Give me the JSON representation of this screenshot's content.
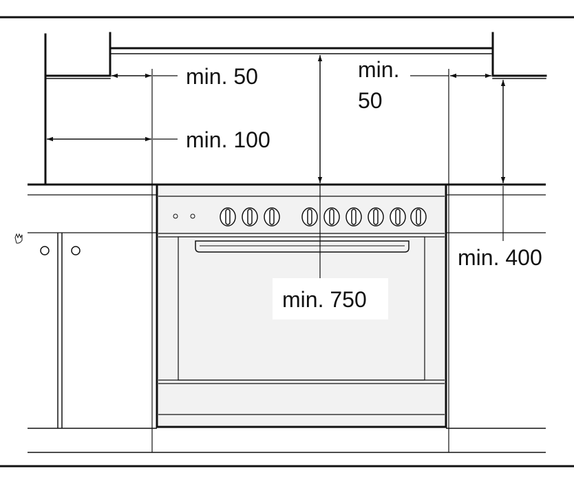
{
  "diagram": {
    "labels": {
      "left_upper": "min. 50",
      "left_lower": "min. 100",
      "right_upper_line1": "min.",
      "right_upper_line2": "50",
      "right_lower": "min. 400",
      "center": "min. 750"
    },
    "colors": {
      "line": "#111111",
      "oven_fill": "#f2f2f2",
      "panel_fill": "#ffffff"
    }
  }
}
